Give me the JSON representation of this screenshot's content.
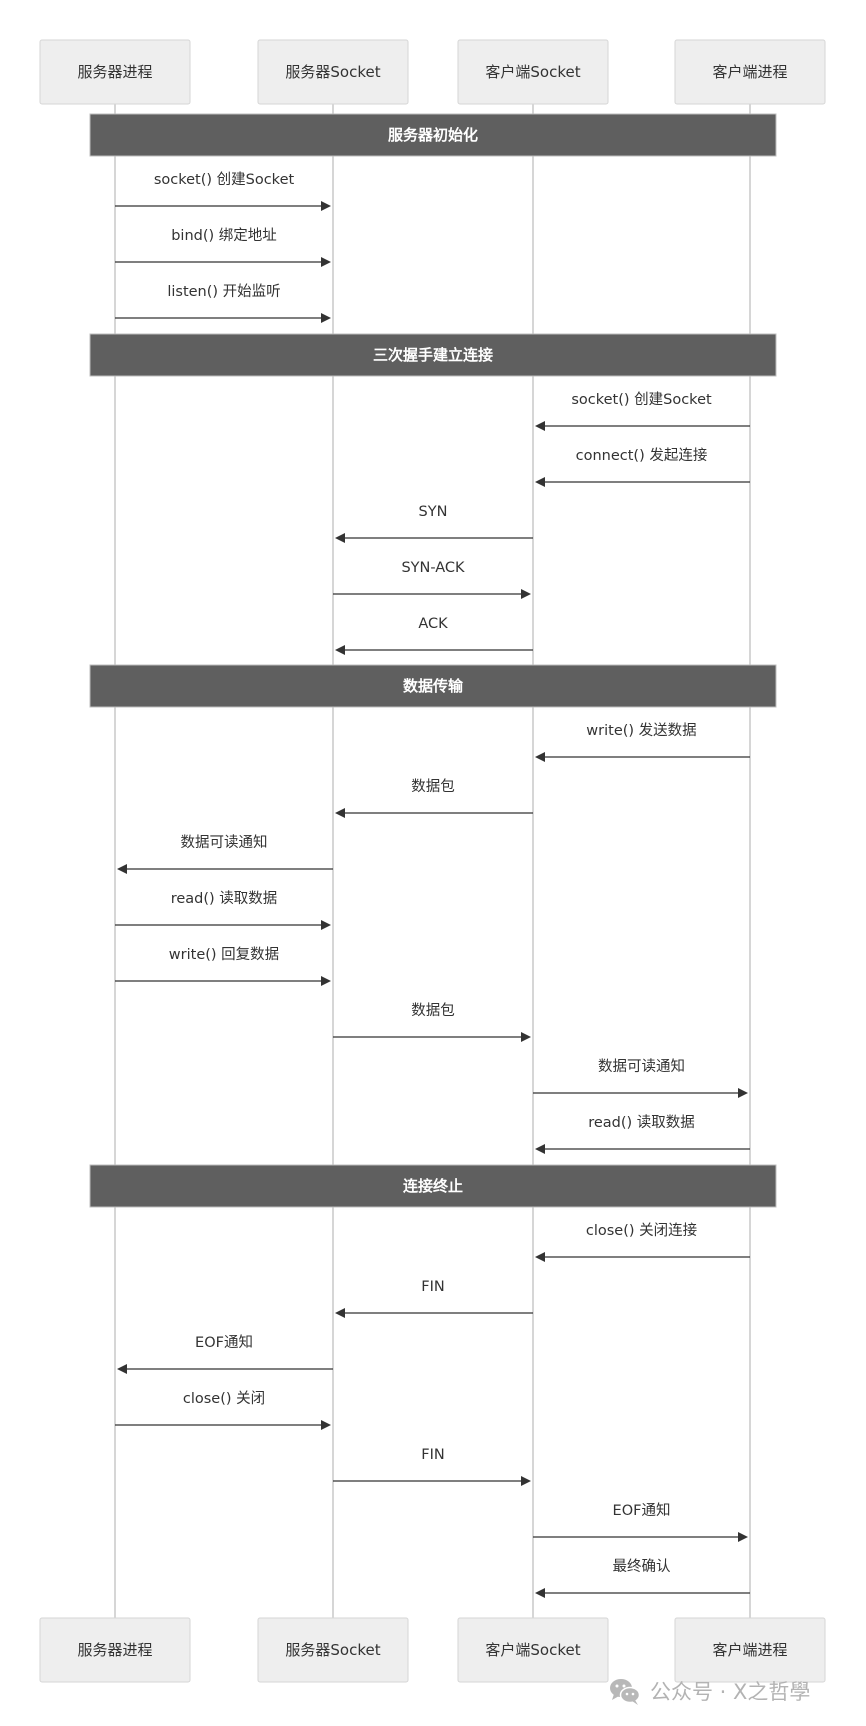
{
  "actors": [
    "服务器进程",
    "服务器Socket",
    "客户端Socket",
    "客户端进程"
  ],
  "phases": [
    {
      "title": "服务器初始化",
      "messages": [
        {
          "label": "socket() 创建Socket",
          "from": 0,
          "to": 1
        },
        {
          "label": "bind() 绑定地址",
          "from": 0,
          "to": 1
        },
        {
          "label": "listen() 开始监听",
          "from": 0,
          "to": 1
        }
      ]
    },
    {
      "title": "三次握手建立连接",
      "messages": [
        {
          "label": "socket() 创建Socket",
          "from": 3,
          "to": 2
        },
        {
          "label": "connect() 发起连接",
          "from": 3,
          "to": 2
        },
        {
          "label": "SYN",
          "from": 2,
          "to": 1
        },
        {
          "label": "SYN-ACK",
          "from": 1,
          "to": 2
        },
        {
          "label": "ACK",
          "from": 2,
          "to": 1
        }
      ]
    },
    {
      "title": "数据传输",
      "messages": [
        {
          "label": "write() 发送数据",
          "from": 3,
          "to": 2
        },
        {
          "label": "数据包",
          "from": 2,
          "to": 1
        },
        {
          "label": "数据可读通知",
          "from": 1,
          "to": 0
        },
        {
          "label": "read() 读取数据",
          "from": 0,
          "to": 1
        },
        {
          "label": "write() 回复数据",
          "from": 0,
          "to": 1
        },
        {
          "label": "数据包",
          "from": 1,
          "to": 2
        },
        {
          "label": "数据可读通知",
          "from": 2,
          "to": 3
        },
        {
          "label": "read() 读取数据",
          "from": 3,
          "to": 2
        }
      ]
    },
    {
      "title": "连接终止",
      "messages": [
        {
          "label": "close() 关闭连接",
          "from": 3,
          "to": 2
        },
        {
          "label": "FIN",
          "from": 2,
          "to": 1
        },
        {
          "label": "EOF通知",
          "from": 1,
          "to": 0
        },
        {
          "label": "close() 关闭",
          "from": 0,
          "to": 1
        },
        {
          "label": "FIN",
          "from": 1,
          "to": 2
        },
        {
          "label": "EOF通知",
          "from": 2,
          "to": 3
        },
        {
          "label": "最终确认",
          "from": 3,
          "to": 2
        }
      ]
    }
  ],
  "watermark": {
    "text": "公众号 · X之哲學",
    "icon": "wechat-icon"
  }
}
